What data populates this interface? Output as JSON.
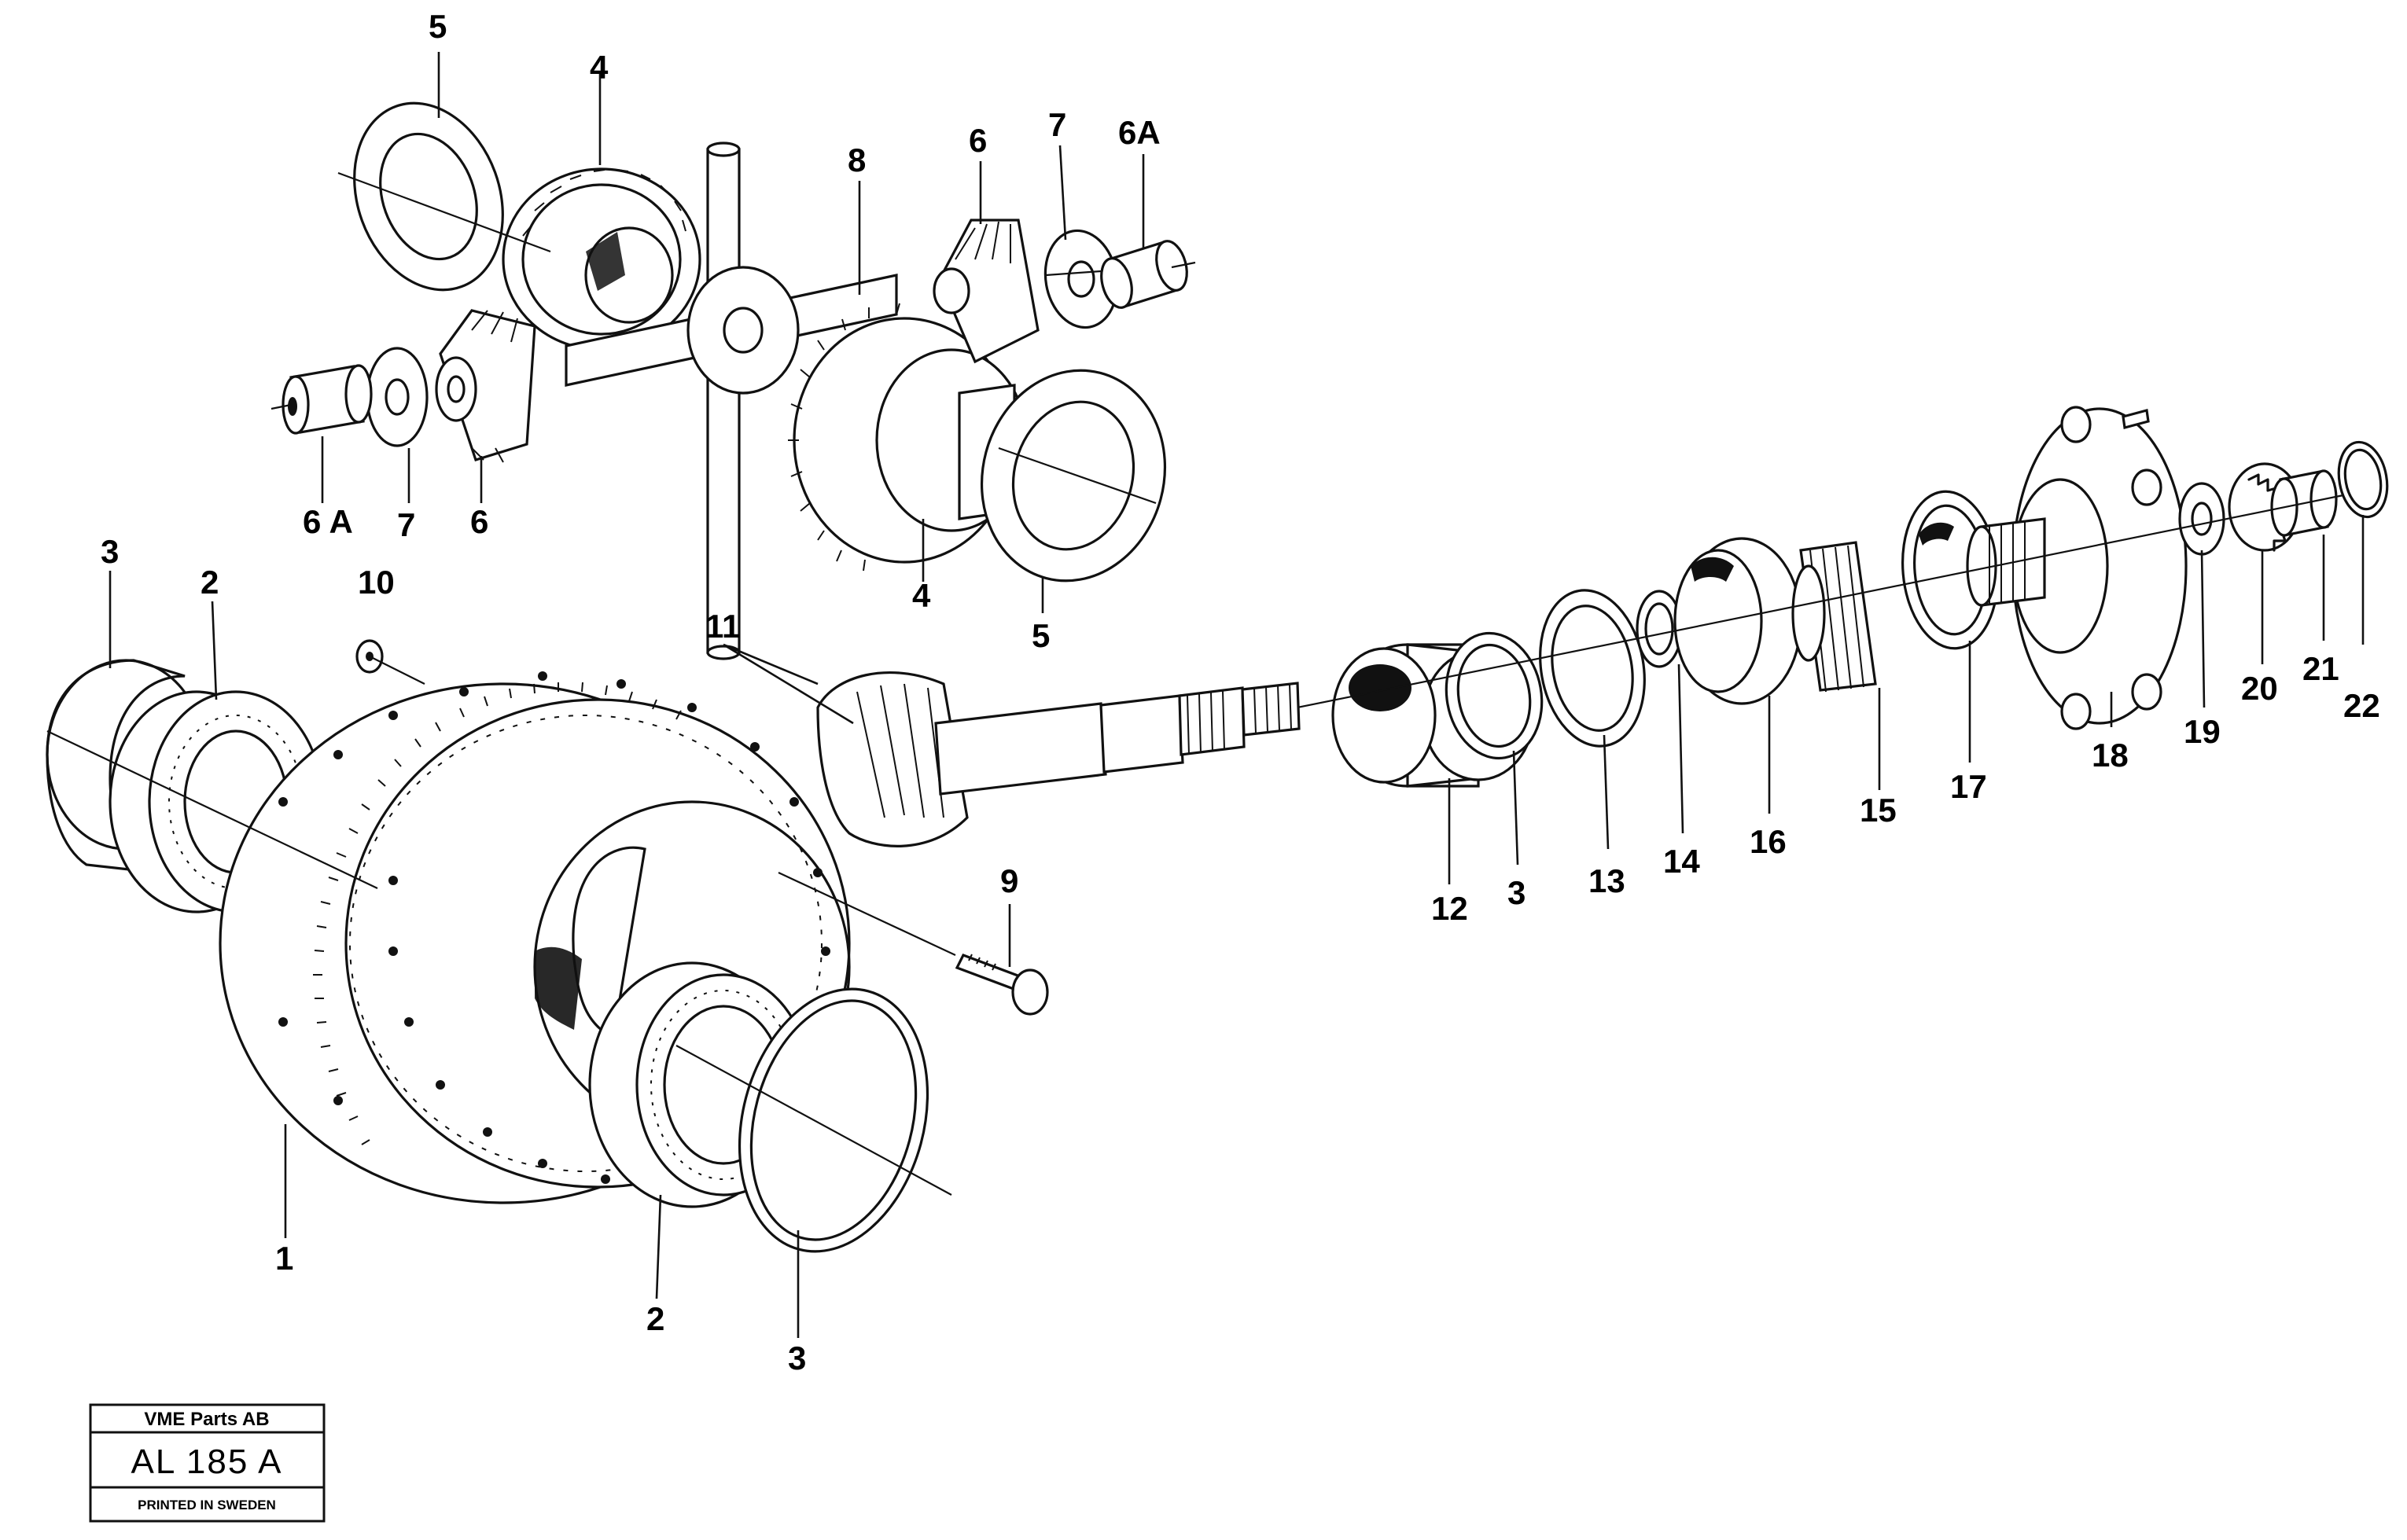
{
  "callouts": {
    "c1": "1",
    "c2_top": "2",
    "c2_bottom": "2",
    "c3_left": "3",
    "c3_bottom": "3",
    "c3_shaft": "3",
    "c4_top": "4",
    "c4_bottom": "4",
    "c5_top": "5",
    "c5_bottom": "5",
    "c6_left": "6",
    "c6_right": "6",
    "c6a_left": "6 A",
    "c6a_right": "6A",
    "c7_left": "7",
    "c7_right": "7",
    "c8": "8",
    "c9": "9",
    "c10": "10",
    "c11": "11",
    "c12": "12",
    "c13": "13",
    "c14": "14",
    "c15": "15",
    "c16": "16",
    "c17": "17",
    "c18": "18",
    "c19": "19",
    "c20": "20",
    "c21": "21",
    "c22": "22"
  },
  "title_block": {
    "company": "VME Parts AB",
    "code": "AL 185 A",
    "printed": "PRINTED IN SWEDEN"
  }
}
